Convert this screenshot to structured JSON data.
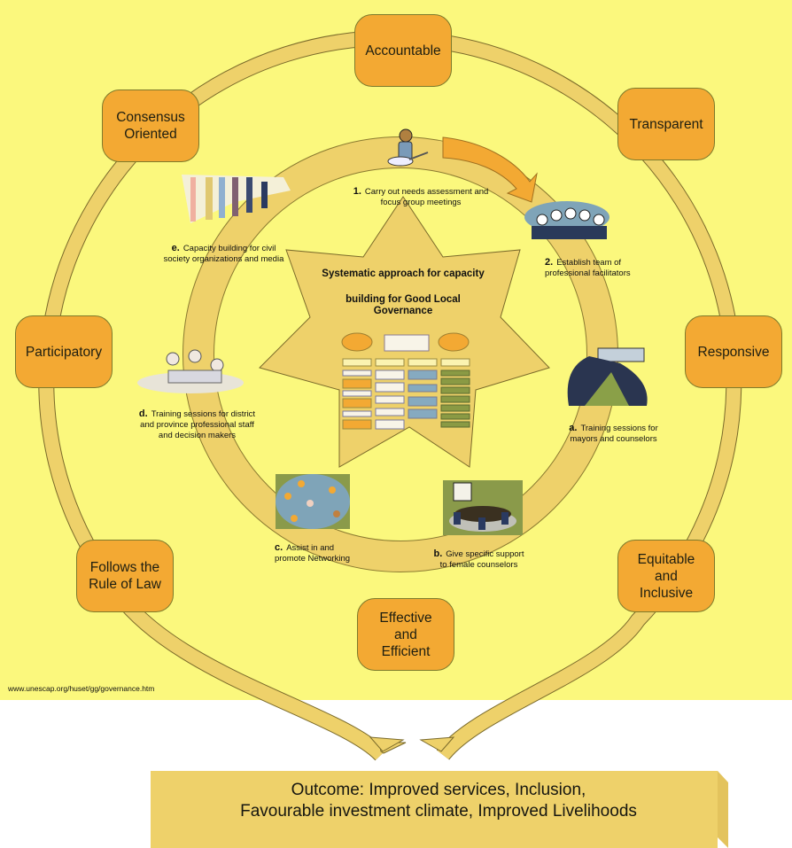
{
  "diagram": {
    "title_line1": "Systematic approach for capacity",
    "title_line2": "building for Good Local\nGovernance",
    "principles": [
      {
        "id": "accountable",
        "label": "Accountable"
      },
      {
        "id": "transparent",
        "label": "Transparent"
      },
      {
        "id": "responsive",
        "label": "Responsive"
      },
      {
        "id": "equitable",
        "label": "Equitable\nand\nInclusive"
      },
      {
        "id": "effective",
        "label": "Effective\nand\nEfficient"
      },
      {
        "id": "rule-of-law",
        "label": "Follows the\nRule of Law"
      },
      {
        "id": "participatory",
        "label": "Participatory"
      },
      {
        "id": "consensus",
        "label": "Consensus\nOriented"
      }
    ],
    "steps": [
      {
        "id": "step-1",
        "num": "1.",
        "text": "Carry out needs assessment and\nfocus group meetings",
        "icon": "magnifier-person-icon"
      },
      {
        "id": "step-2",
        "num": "2.",
        "text": "Establish team of\nprofessional facilitators",
        "icon": "team-meeting-icon"
      },
      {
        "id": "step-a",
        "num": "a.",
        "text": "Training sessions for\nmayors and counselors",
        "icon": "presentation-meeting-icon"
      },
      {
        "id": "step-b",
        "num": "b.",
        "text": "Give specific support\nto female counselors",
        "icon": "round-table-meeting-icon"
      },
      {
        "id": "step-c",
        "num": "c.",
        "text": "Assist in and\npromote Networking",
        "icon": "networking-people-icon"
      },
      {
        "id": "step-d",
        "num": "d.",
        "text": "Training sessions for district\nand province professional staff\nand decision makers",
        "icon": "laptop-group-icon"
      },
      {
        "id": "step-e",
        "num": "e.",
        "text": "Capacity building for civil\nsociety organizations and media",
        "icon": "crowd-people-icon"
      }
    ],
    "source_url": "www.unescap.org/huset/gg/governance.htm",
    "outcome": "Outcome: Improved services, Inclusion,\nFavourable investment climate, Improved Livelihoods",
    "colors": {
      "background": "#fbf87d",
      "ring": "#eed16a",
      "principle_box": "#f3a933",
      "arrow": "#f3a933",
      "outcome_box": "#eed16a"
    }
  }
}
